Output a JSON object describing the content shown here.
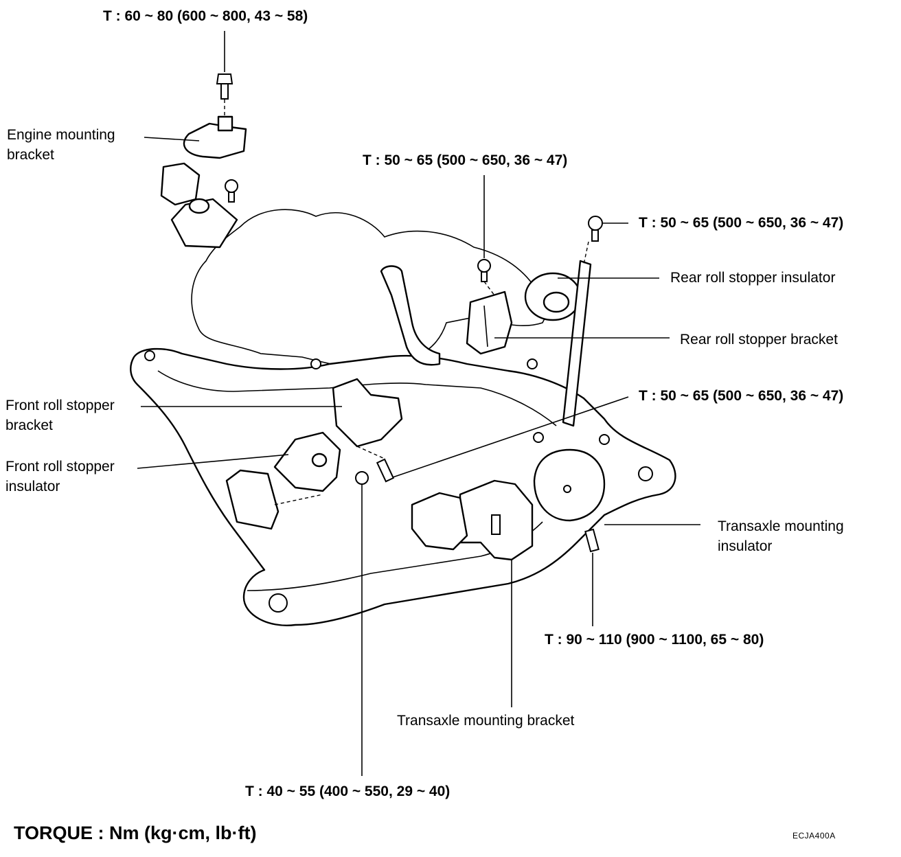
{
  "labels": {
    "engine_mounting_bracket": [
      "Engine mounting",
      "bracket"
    ],
    "front_roll_stopper_bracket": [
      "Front roll stopper",
      "bracket"
    ],
    "front_roll_stopper_insulator": [
      "Front roll stopper",
      "insulator"
    ],
    "rear_roll_stopper_insulator": "Rear roll stopper insulator",
    "rear_roll_stopper_bracket": "Rear roll stopper bracket",
    "transaxle_mounting_insulator": [
      "Transaxle mounting",
      "insulator"
    ],
    "transaxle_mounting_bracket": "Transaxle mounting bracket"
  },
  "torques": {
    "engine_bracket_bolt": "T : 60 ~ 80 (600 ~ 800, 43 ~ 58)",
    "rear_bracket_bolt": "T : 50 ~ 65 (500 ~ 650, 36 ~ 47)",
    "rear_insulator_bolt": "T : 50 ~ 65 (500 ~ 650, 36 ~ 47)",
    "front_stopper_bolt": "T : 50 ~ 65 (500 ~ 650, 36 ~ 47)",
    "transaxle_insulator_bolt": "T : 90 ~ 110 (900 ~ 1100, 65 ~ 80)",
    "front_insulator_bolt": "T : 40 ~ 55 (400 ~ 550, 29 ~ 40)"
  },
  "footer": {
    "torque_units": "TORQUE : Nm (kg·cm, lb·ft)",
    "figure_code": "ECJA400A"
  }
}
